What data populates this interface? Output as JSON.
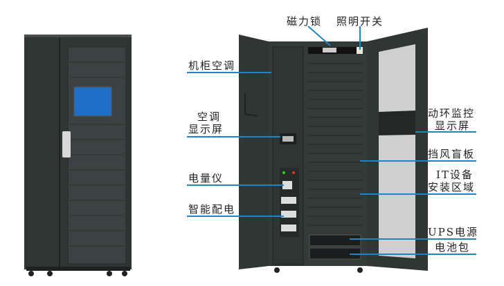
{
  "labels": {
    "magnetic_lock": "磁力锁",
    "light_switch": "照明开关",
    "cabinet_ac": "机柜空调",
    "ac_display_1": "空调",
    "ac_display_2": "显示屏",
    "power_meter": "电量仪",
    "smart_pdu": "智能配电",
    "monitor_display_1": "动环监控",
    "monitor_display_2": "显示屏",
    "blanking_panel": "挡风盲板",
    "it_area_1": "IT设备",
    "it_area_2": "安装区域",
    "ups": "UPS电源",
    "battery": "电池包"
  },
  "colors": {
    "cabinet": "#2f3634",
    "leader_line": "#1a86c4",
    "screen": "#1e6fc6"
  }
}
